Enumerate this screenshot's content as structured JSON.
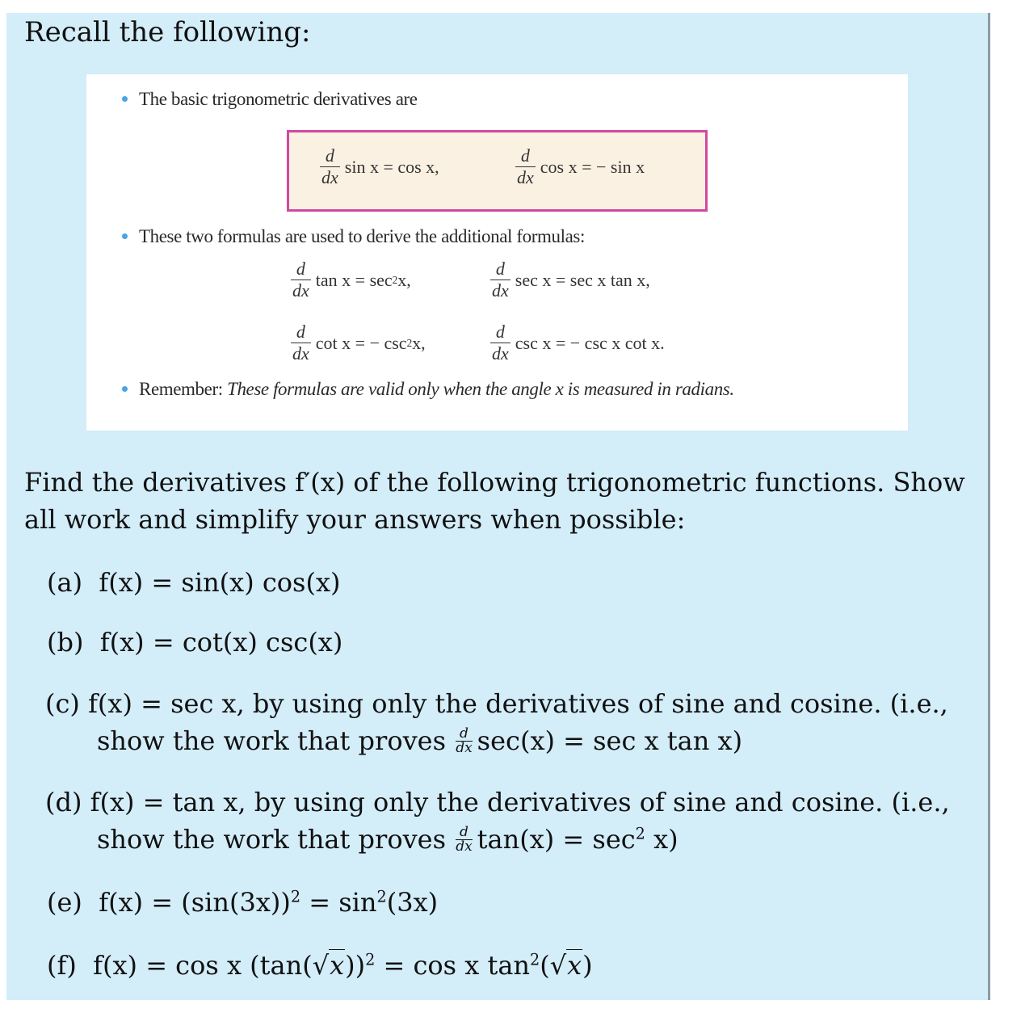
{
  "heading": "Recall the following:",
  "reference_box": {
    "bullet1": "The basic trigonometric derivatives are",
    "basic_formulas": [
      {
        "d_num": "d",
        "d_den": "dx",
        "lhs": "sin x",
        "rhs": "= cos x,"
      },
      {
        "d_num": "d",
        "d_den": "dx",
        "lhs": "cos x",
        "rhs": "= − sin x"
      }
    ],
    "bullet2": "These two formulas are used to derive the additional formulas:",
    "additional_formulas": [
      {
        "d_num": "d",
        "d_den": "dx",
        "lhs": "tan x",
        "rhs_pre": "= sec",
        "sup": "2",
        "rhs_post": " x,"
      },
      {
        "d_num": "d",
        "d_den": "dx",
        "lhs": "sec x",
        "rhs_pre": "= sec x tan x,",
        "sup": "",
        "rhs_post": ""
      },
      {
        "d_num": "d",
        "d_den": "dx",
        "lhs": "cot x",
        "rhs_pre": "= − csc",
        "sup": "2",
        "rhs_post": " x,"
      },
      {
        "d_num": "d",
        "d_den": "dx",
        "lhs": "csc x",
        "rhs_pre": "= − csc x cot x.",
        "sup": "",
        "rhs_post": ""
      }
    ],
    "bullet3_label": "Remember:",
    "bullet3_text": "These formulas are valid only when the angle x is measured in radians.",
    "colors": {
      "box_border": "#d2489f",
      "box_fill": "#fbf1e2",
      "bullet": "#4aa3e6"
    }
  },
  "instructions": {
    "line1": "Find the derivatives f′(x) of the following trigonometric functions. Show",
    "line2": "all work and simplify your answers when possible:"
  },
  "problems": [
    {
      "label": "(a)",
      "expr": "f(x) = sin(x) cos(x)"
    },
    {
      "label": "(b)",
      "expr": "f(x) = cot(x) csc(x)"
    },
    {
      "label": "(c)",
      "line1": "f(x) = sec x, by using only the derivatives of sine and cosine. (i.e.,",
      "line2_pre": "show the work that proves",
      "line2_post": "sec(x) = sec x tan x)"
    },
    {
      "label": "(d)",
      "line1": "f(x) = tan x, by using only the derivatives of sine and cosine. (i.e.,",
      "line2_pre": "show the work that proves",
      "line2_post_a": "tan(x) = sec",
      "line2_sup": "2",
      "line2_post_b": " x)"
    },
    {
      "label": "(e)",
      "expr_a": "f(x) = (sin(3x))",
      "sup1": "2",
      "expr_b": " = sin",
      "sup2": "2",
      "expr_c": "(3x)"
    },
    {
      "label": "(f)",
      "expr_a": "f(x) = cos x (tan(",
      "sqrt1": "x",
      "expr_b": "))",
      "sup1": "2",
      "expr_c": " = cos x tan",
      "sup2": "2",
      "expr_d": "(",
      "sqrt2": "x",
      "expr_e": ")"
    }
  ],
  "colors": {
    "panel_bg": "#d3edf9",
    "panel_border": "#8e9aa3",
    "inset_bg": "#ffffff"
  }
}
